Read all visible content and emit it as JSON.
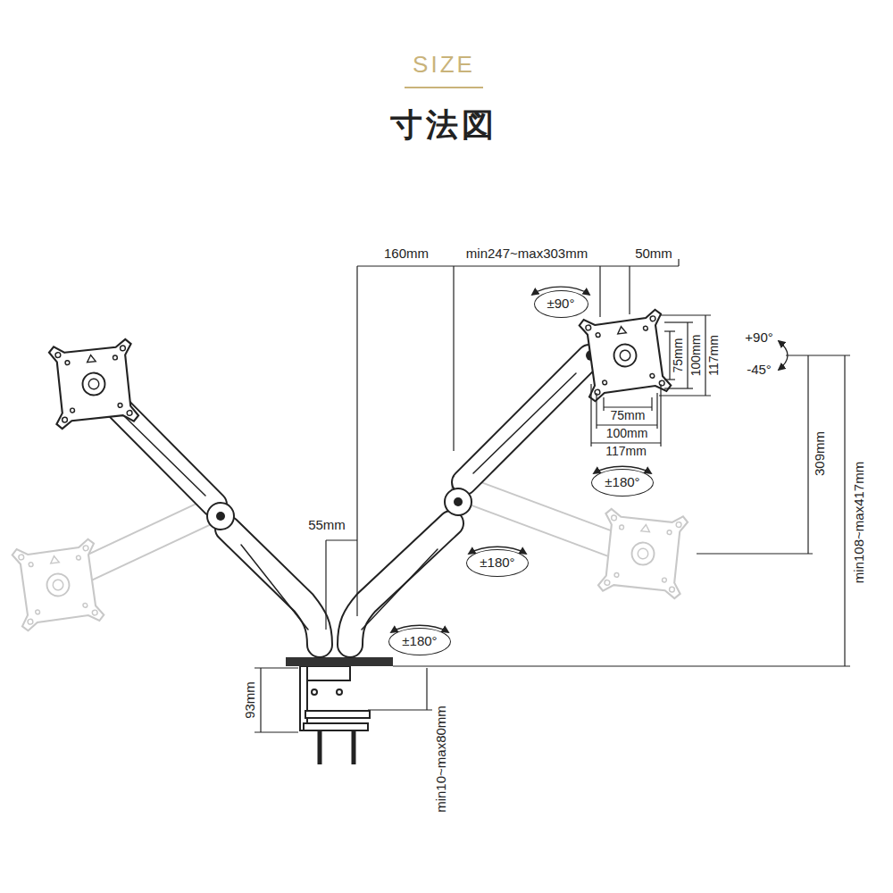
{
  "diagram": {
    "title": "寸法図",
    "nodes": [
      {
        "text": [
          "±90°"
        ]
      },
      {
        "text": [
          "±180°"
        ]
      },
      {
        "text": [
          "±180°"
        ]
      },
      {
        "text": [
          "±180°"
        ]
      }
    ],
    "labels": [
      "SIZE",
      "160mm",
      "min247~max303mm",
      "50mm",
      "75mm",
      "100mm",
      "117mm",
      "+90°",
      "-45°",
      "75mm",
      "100mm",
      "117mm",
      "309mm",
      "min108~max417mm",
      "55mm",
      "93mm",
      "min10~max80mm"
    ]
  }
}
